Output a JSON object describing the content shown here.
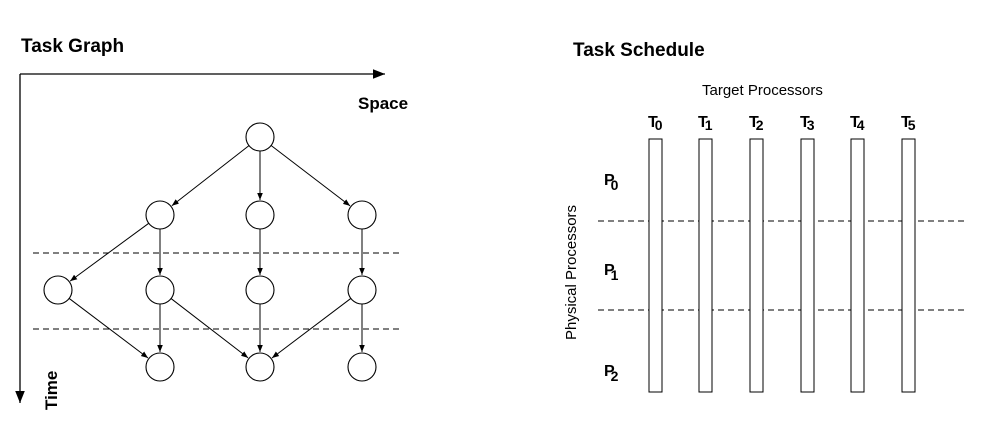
{
  "task_graph": {
    "title": "Task Graph",
    "space_label": "Space",
    "time_label": "Time"
  },
  "task_schedule": {
    "title": "Task Schedule",
    "target_label": "Target Processors",
    "physical_label": "Physical Processors",
    "targets": [
      {
        "letter": "T",
        "index": "0"
      },
      {
        "letter": "T",
        "index": "1"
      },
      {
        "letter": "T",
        "index": "2"
      },
      {
        "letter": "T",
        "index": "3"
      },
      {
        "letter": "T",
        "index": "4"
      },
      {
        "letter": "T",
        "index": "5"
      }
    ],
    "physical": [
      {
        "letter": "P",
        "index": "0"
      },
      {
        "letter": "P",
        "index": "1"
      },
      {
        "letter": "P",
        "index": "2"
      }
    ]
  }
}
